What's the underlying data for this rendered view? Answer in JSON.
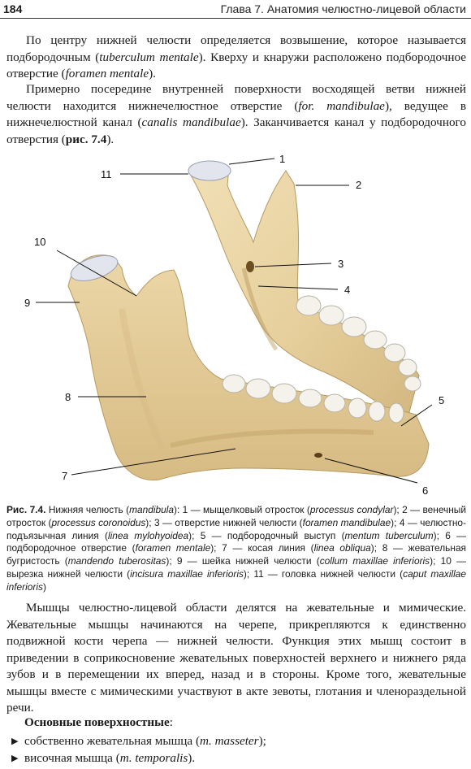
{
  "header": {
    "page_number": "184",
    "chapter_title": "Глава 7. Анатомия челюстно-лицевой области"
  },
  "intro": {
    "p1": [
      {
        "t": "По центру нижней челюсти определяется возвышение, которое называется подбородочным ("
      },
      {
        "t": "tuberculum mentale",
        "i": true
      },
      {
        "t": "). Кверху и кнаружи расположено подбородочное отверстие ("
      },
      {
        "t": "foramen mentale",
        "i": true
      },
      {
        "t": ")."
      }
    ],
    "p2": [
      {
        "t": "Примерно посередине внутренней поверхности восходящей ветви нижней челюсти находится нижнечелюстное отверстие ("
      },
      {
        "t": "for. mandibulae",
        "i": true
      },
      {
        "t": "), ведущее в нижнечелюстной канал ("
      },
      {
        "t": "canalis mandibulae",
        "i": true
      },
      {
        "t": "). Заканчивается канал у подбородочного отверстия ("
      },
      {
        "t": "рис. 7.4",
        "b": true
      },
      {
        "t": ")."
      }
    ]
  },
  "figure": {
    "callouts": [
      "1",
      "2",
      "3",
      "4",
      "5",
      "6",
      "7",
      "8",
      "9",
      "10",
      "11"
    ],
    "colors": {
      "bone": "#e9d5a6",
      "bone_shadow": "#c9ab72",
      "bone_dark": "#a88a52",
      "cartilage": "#e4e6ee",
      "tooth": "#f4f2ea",
      "line": "#111111"
    }
  },
  "caption": [
    {
      "t": "Рис. 7.4.",
      "b": true
    },
    {
      "t": " Нижняя челюсть ("
    },
    {
      "t": "mandibula",
      "i": true
    },
    {
      "t": "): 1 — мыщелковый отросток ("
    },
    {
      "t": "processus condylar",
      "i": true
    },
    {
      "t": "); 2 — венечный отросток ("
    },
    {
      "t": "processus coronoidus",
      "i": true
    },
    {
      "t": "); 3 — отверстие нижней челюсти ("
    },
    {
      "t": "foramen mandibulae",
      "i": true
    },
    {
      "t": "); 4 — челюстно-подъязычная линия ("
    },
    {
      "t": "linea mylohyoidea",
      "i": true
    },
    {
      "t": "); 5 — подбородочный выступ ("
    },
    {
      "t": "mentum tuberculum",
      "i": true
    },
    {
      "t": "); 6 — подбородочное отверстие ("
    },
    {
      "t": "foramen mentale",
      "i": true
    },
    {
      "t": "); 7 — косая линия ("
    },
    {
      "t": "linea obliqua",
      "i": true
    },
    {
      "t": "); 8 — жевательная бугристость ("
    },
    {
      "t": "mandendo tuberositas",
      "i": true
    },
    {
      "t": "); 9 — шейка нижней челюсти ("
    },
    {
      "t": "collum maxillae inferioris",
      "i": true
    },
    {
      "t": "); 10 — вырезка нижней челюсти ("
    },
    {
      "t": "incisura maxillae inferioris",
      "i": true
    },
    {
      "t": "); 11 — головка нижней челюсти ("
    },
    {
      "t": "caput maxillae inferioris",
      "i": true
    },
    {
      "t": ")"
    }
  ],
  "body": {
    "p3": [
      {
        "t": "Мышцы челюстно-лицевой области делятся на жевательные и мимические. Жевательные мышцы начинаются на черепе, прикрепляются к единственно подвижной кости черепа — нижней челюсти. Функция этих мышц состоит в приведении в соприкосновение жевательных поверхностей верхнего и нижнего ряда зубов и в перемещении их вперед, назад и в стороны. Кроме того, жевательные мышцы вместе с мимическими участвуют в акте зевоты, глотания и членораздельной речи."
      }
    ],
    "list_title": "Основные поверхностные",
    "list_title_suffix": ":",
    "bullet_glyph": "▶",
    "list": [
      [
        {
          "t": "собственно жевательная мышца ("
        },
        {
          "t": "m. masseter",
          "i": true
        },
        {
          "t": ");"
        }
      ],
      [
        {
          "t": "височная мышца ("
        },
        {
          "t": "m. temporalis",
          "i": true
        },
        {
          "t": ")."
        }
      ]
    ]
  }
}
